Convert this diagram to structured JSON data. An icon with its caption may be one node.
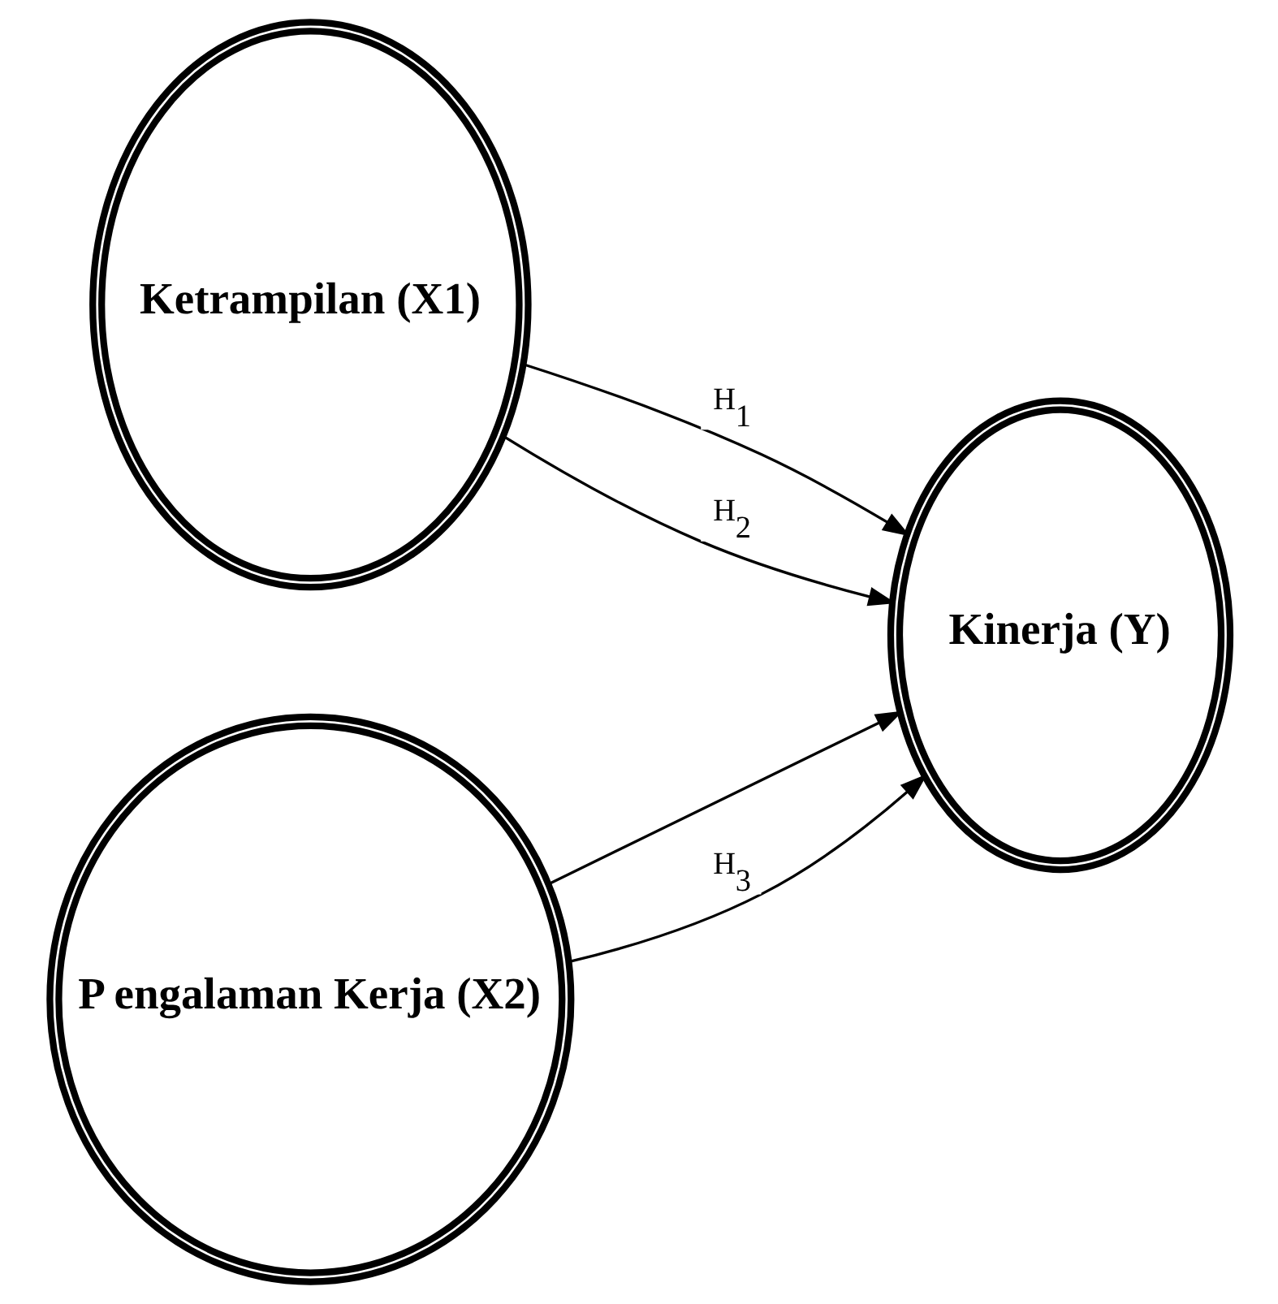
{
  "diagram": {
    "nodes": [
      {
        "text": [
          "Ketrampilan (X1)"
        ]
      },
      {
        "text": [
          "P engalaman Kerja (X2)"
        ]
      },
      {
        "text": [
          "Kinerja (Y)"
        ]
      }
    ],
    "edges": [
      {
        "from": 0,
        "to": 2,
        "arrow": "to",
        "label": "H$_{1}$"
      },
      {
        "from": 0,
        "to": 2,
        "arrow": "to",
        "label": "H$_{2}$"
      },
      {
        "from": 1,
        "to": 2,
        "arrow": "to"
      },
      {
        "from": 1,
        "to": 2,
        "arrow": "to",
        "label": "H$_{3}$"
      }
    ]
  }
}
